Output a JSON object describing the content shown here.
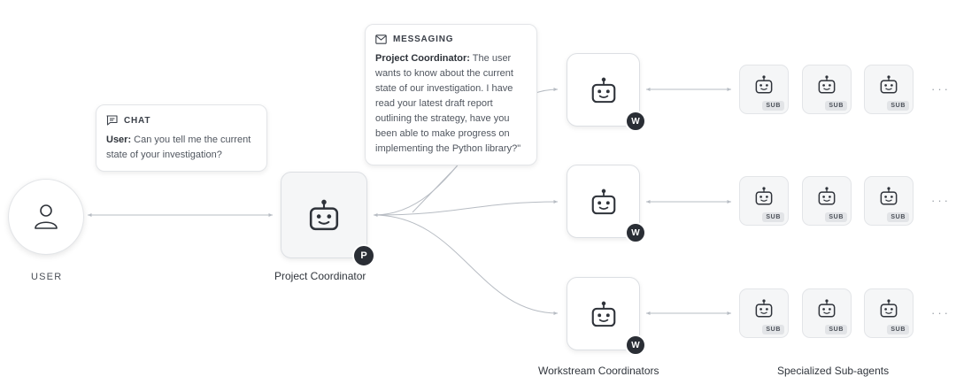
{
  "user": {
    "label": "USER"
  },
  "chat": {
    "header": "CHAT",
    "speaker": "User:",
    "text": " Can you tell me the current state of your investigation?"
  },
  "messaging": {
    "header": "MESSAGING",
    "speaker": "Project Coordinator:",
    "text": " The user wants to know about the current state of our investigation. I have read your latest draft report outlining the strategy, have you been able to make progress on implementing the Python library?\""
  },
  "project_coordinator": {
    "label": "Project Coordinator",
    "badge": "P"
  },
  "workstreams": {
    "label": "Workstream Coordinators",
    "badge": "W",
    "rows": [
      {
        "sub_tags": [
          "SUB",
          "SUB",
          "SUB"
        ],
        "more": "···"
      },
      {
        "sub_tags": [
          "SUB",
          "SUB",
          "SUB"
        ],
        "more": "···"
      },
      {
        "sub_tags": [
          "SUB",
          "SUB",
          "SUB"
        ],
        "more": "···"
      }
    ]
  },
  "subagents": {
    "label": "Specialized Sub-agents"
  },
  "colors": {
    "line": "#b7bcc3",
    "badge": "#2a2e35",
    "icon": "#2f333a"
  },
  "icons": {
    "user": "person-icon",
    "chat": "chat-bubble-icon",
    "messaging": "envelope-icon",
    "agent": "robot-icon"
  }
}
